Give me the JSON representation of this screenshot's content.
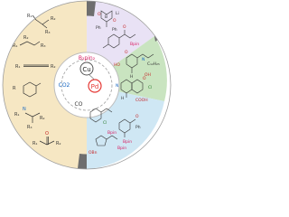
{
  "figure": {
    "center": {
      "metals": [
        "Cu",
        "Pd"
      ],
      "reagents": {
        "top": "B₂pin₂",
        "left": "CO2",
        "bottom": "CO"
      }
    },
    "substrates": {
      "alkene_1": {
        "groups": [
          "R₁",
          "R₂",
          "R₃"
        ]
      },
      "alkene_2": {
        "groups": [
          "R₁",
          "R₂",
          "R₃"
        ]
      },
      "alkyne": {
        "groups": [
          "R₁",
          "R₂"
        ]
      },
      "arene": {
        "groups": [
          "R"
        ]
      },
      "imine": {
        "groups": [
          "R₁",
          "R₂",
          "R₃"
        ],
        "atoms": [
          "N"
        ]
      },
      "ketone": {
        "groups": [
          "R₁",
          "R₂"
        ],
        "atoms": [
          "O"
        ]
      }
    },
    "products": {
      "top": {
        "labels": [
          "Li",
          "O",
          "B",
          "O",
          "Ph",
          "Ph"
        ]
      },
      "upper_right": {
        "labels": [
          "O",
          "Bpin"
        ]
      },
      "right": {
        "labels": [
          "O",
          "HO",
          "N",
          "C₁₂H₂₅",
          "H",
          "OH"
        ]
      },
      "mid_right": {
        "labels": [
          "O",
          "COOH",
          "N",
          "Cl",
          "H"
        ]
      },
      "lower_left": {
        "labels": [
          "Cl"
        ]
      },
      "lower_right": {
        "labels": [
          "O",
          "Ph",
          "Bpin",
          "Bpin",
          "OBn",
          "Bpin"
        ]
      }
    },
    "colors": {
      "left_panel": "#f6e7c3",
      "top_panel": "#e9e2f5",
      "right_panel": "#c9e4c0",
      "bottom_panel": "#cfe7f4",
      "dark_segment": "#6e6e6e",
      "pd_circle": "#e53935",
      "b2pin2_text": "#d81b60",
      "co2_text": "#1565c0",
      "co_text": "#333333"
    }
  }
}
